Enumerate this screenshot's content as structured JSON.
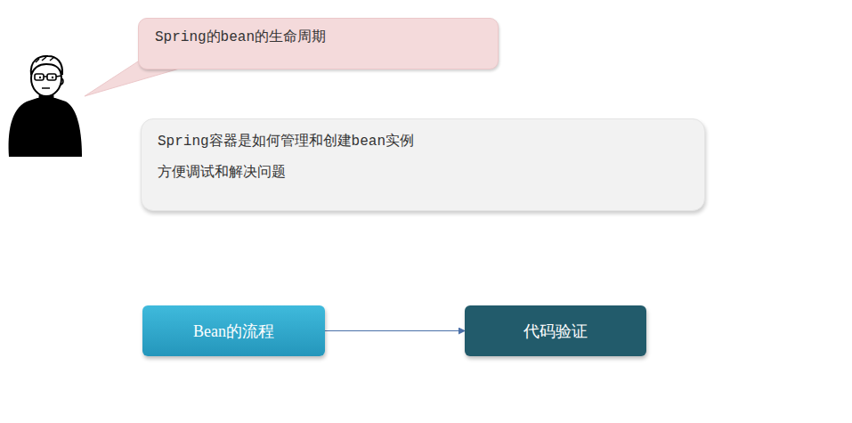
{
  "diagram": {
    "nodes": [
      {
        "text": [
          "Spring的bean的生命周期"
        ]
      },
      {
        "text": [
          "Spring容器是如何管理和创建bean实例",
          "方便调试和解决问题"
        ]
      },
      {
        "text": [
          "Bean的流程"
        ]
      },
      {
        "text": [
          "代码验证"
        ]
      }
    ],
    "edges": [
      {
        "from": 2,
        "to": 3,
        "arrow": "to"
      }
    ]
  }
}
